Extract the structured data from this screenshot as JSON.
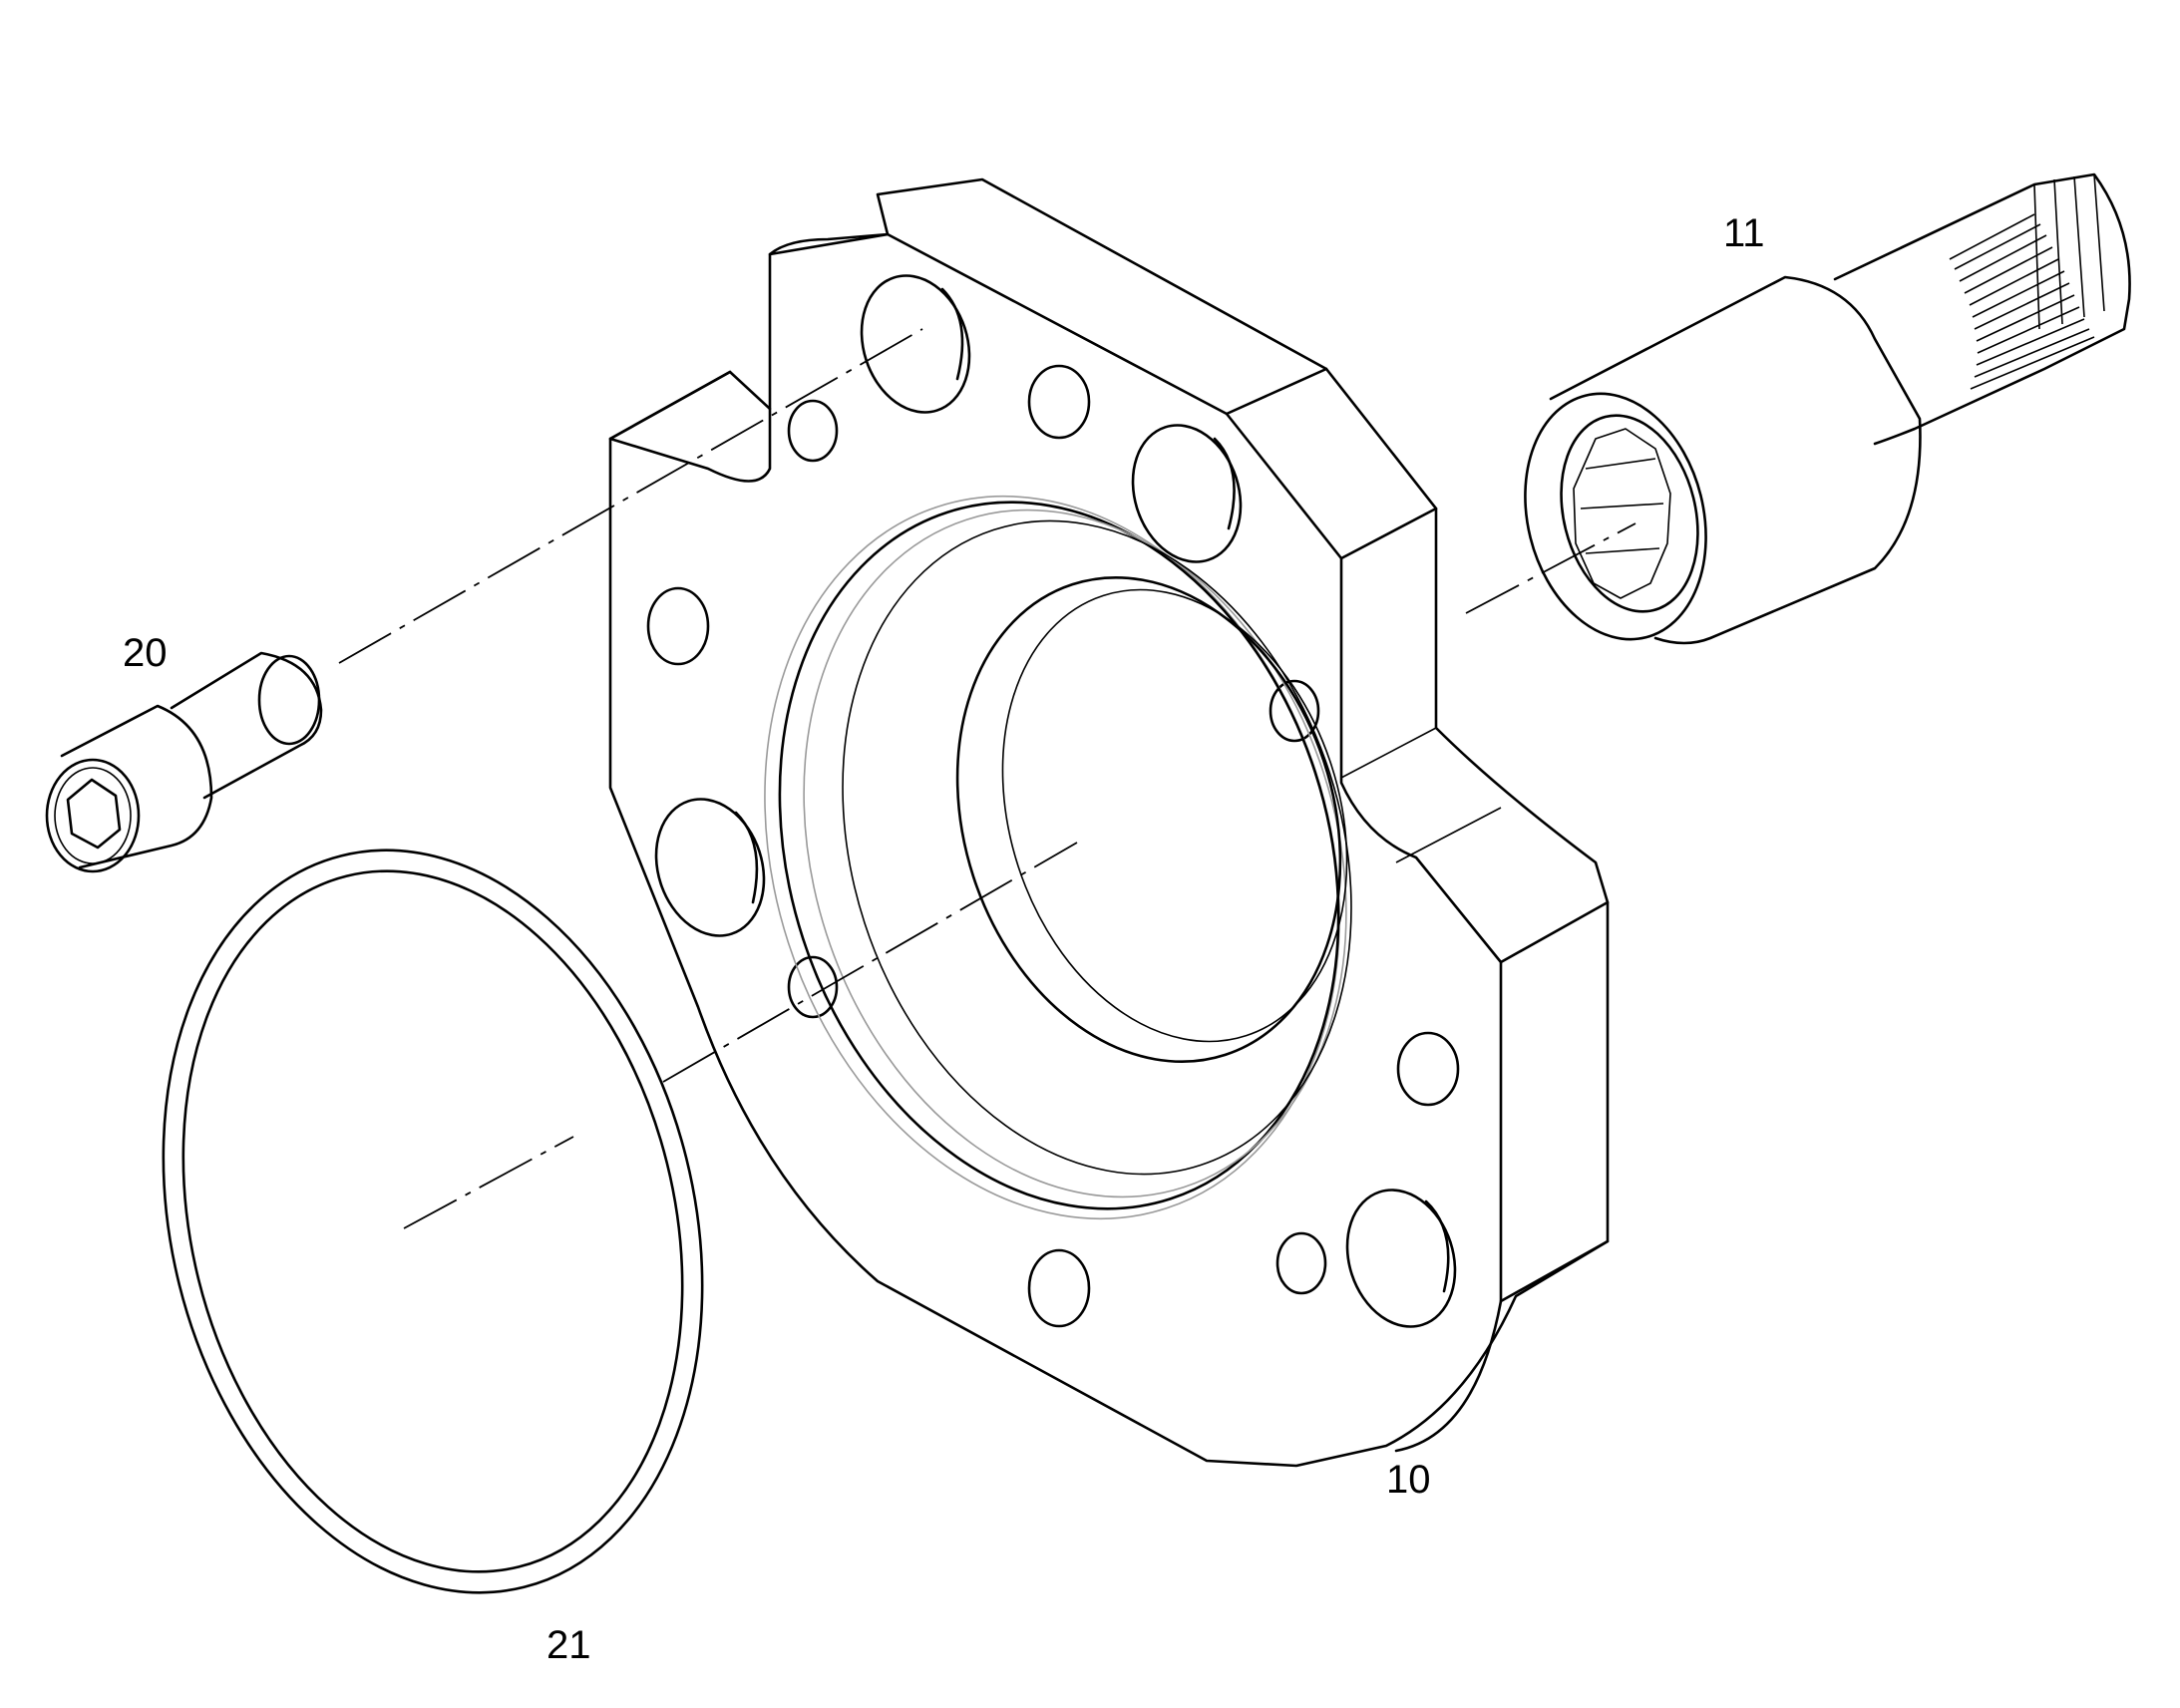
{
  "callouts": {
    "flange": "10",
    "coupling": "11",
    "screw": "20",
    "oring": "21"
  },
  "colors": {
    "line": "#000000",
    "hidden": "#9a9a9a",
    "background": "#ffffff"
  }
}
